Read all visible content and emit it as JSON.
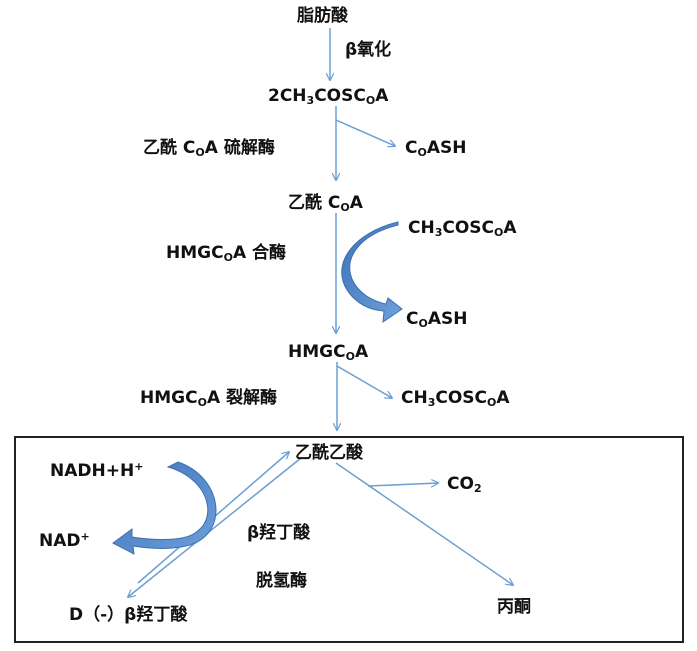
{
  "nodes": {
    "fatty_acid": "脂肪酸",
    "beta_oxidation": "β氧化",
    "acetyl_coa_2": {
      "prefix": "2CH",
      "sub3": "3",
      "mid": "COSC",
      "subo": "O",
      "suffix": "A"
    },
    "thiolase": {
      "prefix": "乙酰 C",
      "subo": "O",
      "suffix": "A 硫解酶"
    },
    "coash_1": {
      "prefix": "C",
      "subo": "O",
      "suffix": "ASH"
    },
    "acetyl_coa": {
      "prefix": "乙酰 C",
      "subo": "O",
      "suffix": "A"
    },
    "acetyl_coa_in": {
      "prefix": "CH",
      "sub3": "3",
      "mid": "COSC",
      "subo": "O",
      "suffix": "A"
    },
    "hmg_synthase": {
      "prefix": "HMGC",
      "subo": "O",
      "suffix": "A 合酶"
    },
    "coash_2": {
      "prefix": "C",
      "subo": "O",
      "suffix": "ASH"
    },
    "hmg_coa": {
      "prefix": "HMGC",
      "subo": "O",
      "suffix": "A"
    },
    "hmg_lyase": {
      "prefix": "HMGC",
      "subo": "O",
      "suffix": "A 裂解酶"
    },
    "acetyl_coa_out": {
      "prefix": "CH",
      "sub3": "3",
      "mid": "COSC",
      "subo": "O",
      "suffix": "A"
    },
    "acetoacetate": "乙酰乙酸",
    "co2": {
      "prefix": "CO",
      "sub2": "2"
    },
    "nadh": {
      "text": "NADH+H",
      "sup": "+"
    },
    "nad": {
      "text": "NAD",
      "sup": "+"
    },
    "hbdh_line1": "β羟丁酸",
    "hbdh_line2": "脱氢酶",
    "beta_hydroxybutyrate": "D（-）β羟丁酸",
    "acetone": "丙酮"
  },
  "colors": {
    "arrow": "#6a9fd2",
    "curved_arrow": "#4a7fc0",
    "text": "#111111",
    "border": "#222222"
  }
}
